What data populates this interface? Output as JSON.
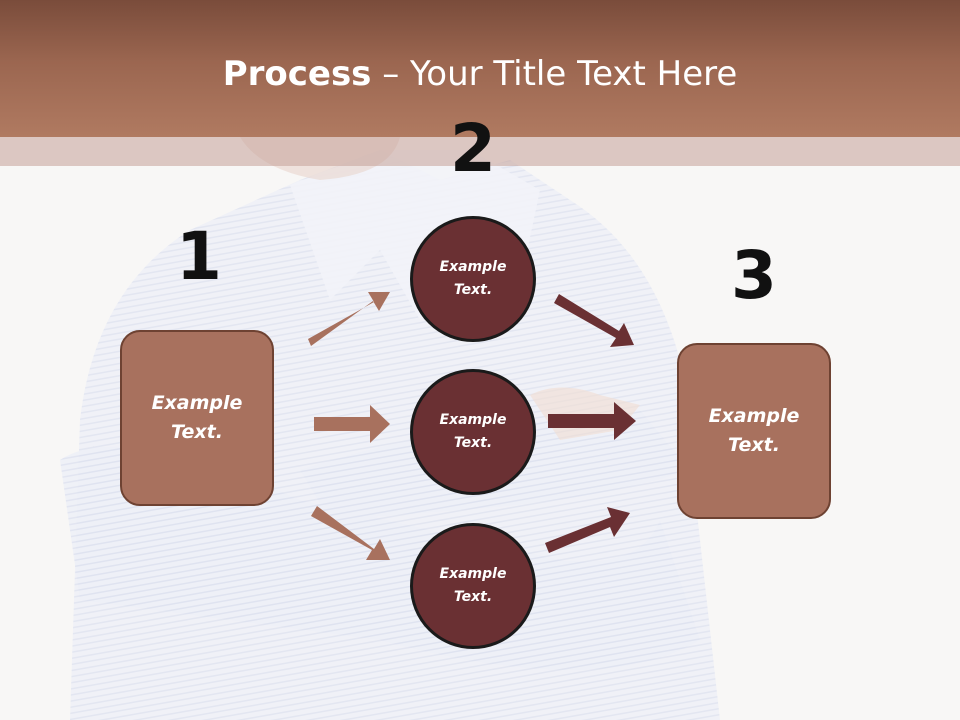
{
  "slide": {
    "title_bold": "Process",
    "title_rest": " – Your Title Text Here"
  },
  "steps": {
    "one": "1",
    "two": "2",
    "three": "3"
  },
  "nodes": {
    "left_box": "Example Text.",
    "circle_top": "Example Text.",
    "circle_middle": "Example Text.",
    "circle_bottom": "Example Text.",
    "right_box": "Example Text."
  },
  "colors": {
    "header": "#9b6650",
    "box": "#a8715e",
    "circle": "#6a3033",
    "arrow_light": "#a8715e",
    "arrow_dark": "#6a3033"
  }
}
